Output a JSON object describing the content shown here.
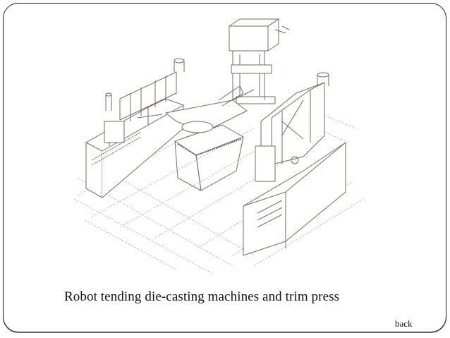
{
  "slide": {
    "caption": "Robot tending die-casting machines and trim press",
    "back_label": "back",
    "figure": {
      "description": "Isometric line drawing of a robot cell: robot on center pedestal tending two die-casting machines (left and right) and a trim press (rear), on a gridded floor",
      "line_color": "#7a6a5e",
      "components": [
        "left-die-casting-machine",
        "robot-pedestal",
        "robot-arm",
        "trim-press",
        "right-die-casting-machine",
        "floor-grid"
      ]
    }
  }
}
